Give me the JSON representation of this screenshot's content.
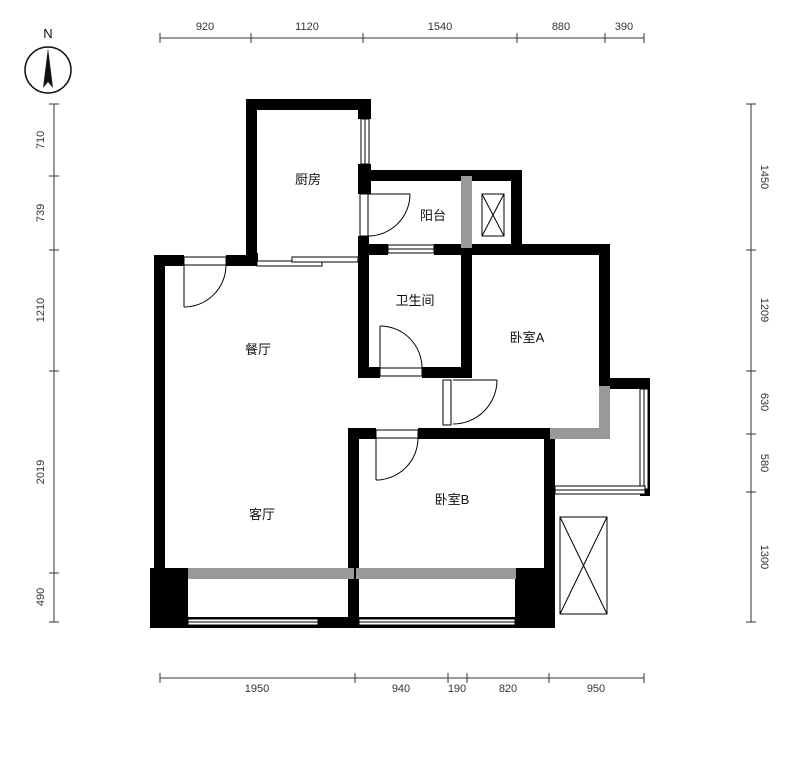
{
  "compass": {
    "label": "N"
  },
  "dimensions": {
    "top": [
      "920",
      "1120",
      "1540",
      "880",
      "390"
    ],
    "bottom": [
      "1950",
      "940",
      "190",
      "820",
      "950"
    ],
    "left": [
      "710",
      "739",
      "1210",
      "2019",
      "490"
    ],
    "right": [
      "1450",
      "1209",
      "630",
      "580",
      "1300"
    ]
  },
  "rooms": {
    "kitchen": "厨房",
    "balcony": "阳台",
    "bathroom": "卫生间",
    "dining": "餐厅",
    "bedroom_a": "卧室A",
    "living": "客厅",
    "bedroom_b": "卧室B"
  },
  "colors": {
    "wall": "#000000",
    "window_frame": "#000000",
    "partial_wall": "#999999",
    "dimension_line": "#333333"
  }
}
